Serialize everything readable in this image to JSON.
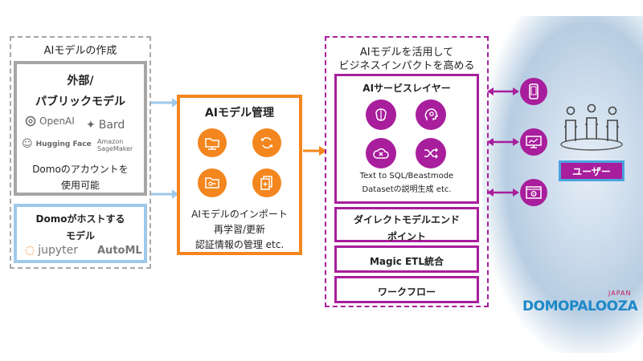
{
  "left_panel": {
    "title": "AIモデルの作成",
    "external_box": {
      "title_line1": "外部/",
      "title_line2": "パブリックモデル",
      "logos": [
        "OpenAI",
        "Bard",
        "Hugging Face",
        "Amazon SageMaker"
      ],
      "note_line1": "Domoのアカウントを",
      "note_line2": "使用可能"
    },
    "hosted_box": {
      "title_line1": "Domoがホストする",
      "title_line2": "モデル",
      "logos": [
        "jupyter",
        "AutoML"
      ]
    }
  },
  "management_box": {
    "title": "AIモデル管理",
    "icons": [
      "folder-network-icon",
      "refresh-icon",
      "folder-key-icon",
      "documents-icon"
    ],
    "line1": "AIモデルのインポート",
    "line2": "再学習/更新",
    "line3": "認証情報の管理 etc."
  },
  "right_panel": {
    "title_line1": "AIモデルを活用して",
    "title_line2": "ビジネスインパクトを高める",
    "service_layer": {
      "title": "AIサービスレイヤー",
      "icons": [
        "brain-icon",
        "head-gear-icon",
        "cloud-x-icon",
        "shuffle-icon"
      ],
      "desc_line1": "Text to SQL/Beastmode",
      "desc_line2": "Datasetの説明生成 etc."
    },
    "endpoint_line1": "ダイレクトモデルエンド",
    "endpoint_line2": "ポイント",
    "magic_etl": "Magic ETL統合",
    "workflow": "ワークフロー"
  },
  "users": {
    "label": "ユーザー",
    "device_icons": [
      "mobile-icon",
      "monitor-chart-icon",
      "browser-gear-icon"
    ]
  },
  "branding": {
    "japan": "JAPAN",
    "logo": "DOMOPALOOZA"
  },
  "colors": {
    "orange": "#f3861e",
    "purple": "#a81e9c",
    "blue": "#9ec9ea",
    "gray": "#a6a6a6"
  }
}
